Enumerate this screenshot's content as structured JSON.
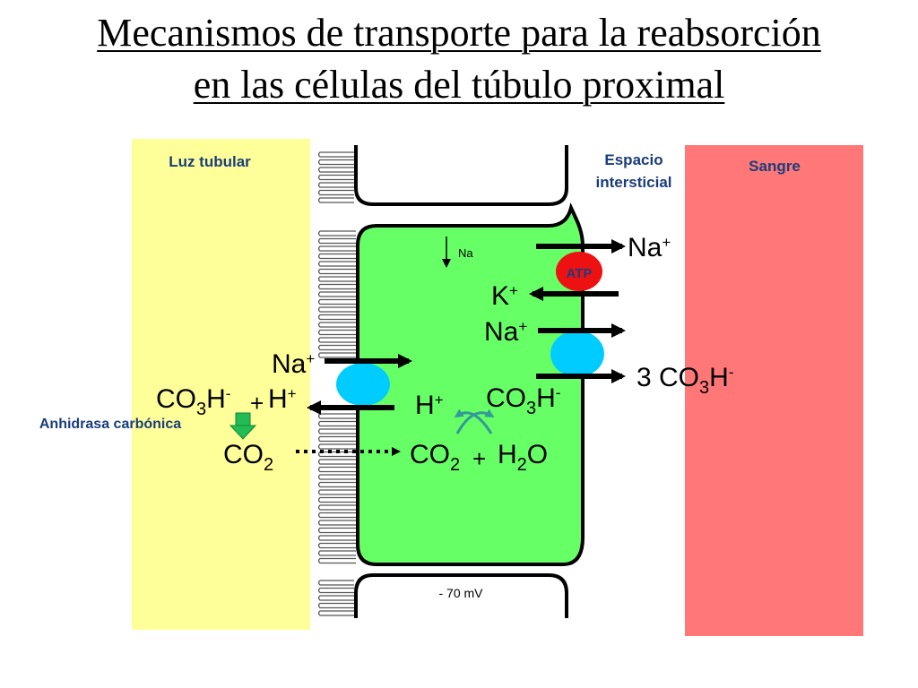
{
  "title": {
    "line1": "Mecanismos de transporte para la reabsorción",
    "line2": "en las células del túbulo proximal"
  },
  "regions": {
    "lumen": "Luz tubular",
    "interstitial_line1": "Espacio",
    "interstitial_line2": "intersticial",
    "blood": "Sangre"
  },
  "labels": {
    "na_small": "Na",
    "atp": "ATP",
    "na_out": "Na",
    "k_in": "K",
    "na_cotransport": "Na",
    "bicarb_out_coef": "3 CO",
    "bicarb_out_sub": "3",
    "bicarb_out_h": "H",
    "na_apical": "Na",
    "lumen_co3": "CO",
    "lumen_co3_sub": "3",
    "lumen_h": "H",
    "lumen_plus": "+",
    "lumen_h_ion": "H",
    "enzyme": "Anhidrasa carbónica",
    "lumen_co2": "CO",
    "lumen_co2_sub": "2",
    "cell_h": "H",
    "cell_co3": "CO",
    "cell_co3_sub": "3",
    "cell_co3_h": "H",
    "cell_co2": "CO",
    "cell_co2_sub": "2",
    "cell_plus": "+",
    "cell_h2o": "H",
    "cell_h2o_sub": "2",
    "cell_h2o_o": "O",
    "membrane_potential": "- 70 mV",
    "plus_sign": "+",
    "minus_sign": "-"
  },
  "colors": {
    "lumen": "#ffff99",
    "cell": "#66ff66",
    "blood": "#ff7777",
    "transporter": "#00ccff",
    "atp_pump": "#ee1111",
    "enzyme_arrow": "#22bb55",
    "exchange_arrows": "#339999",
    "label_text": "#1a3d7c"
  }
}
